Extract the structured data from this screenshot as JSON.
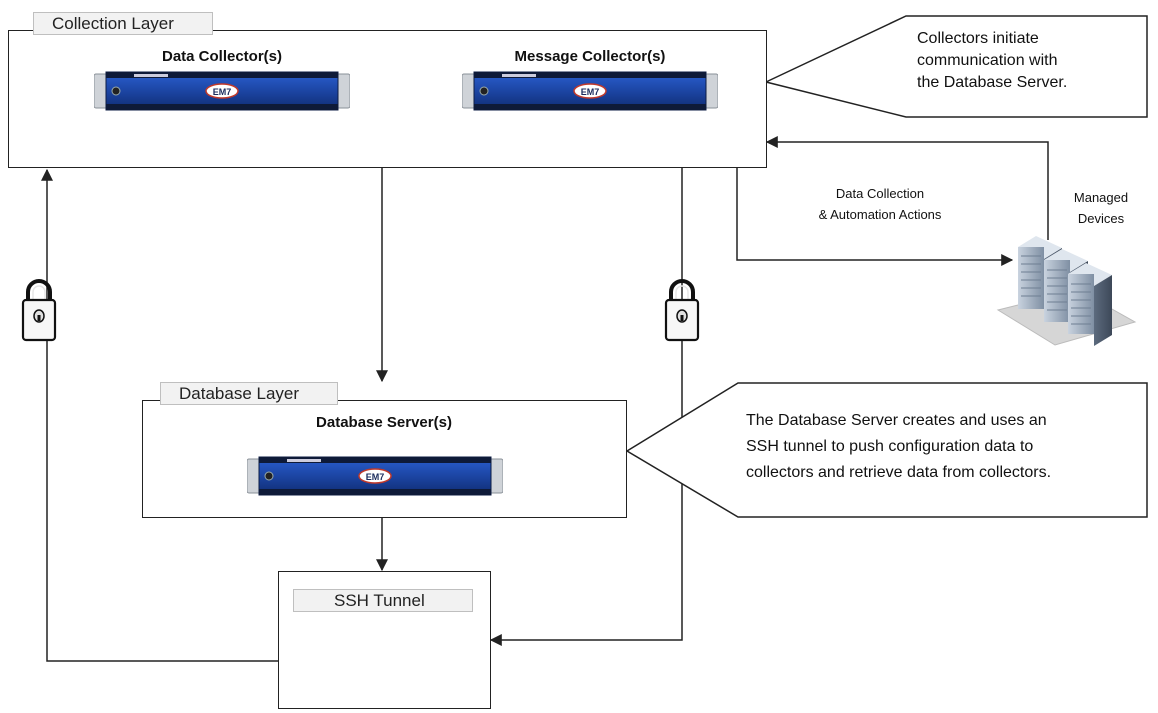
{
  "collection_layer": {
    "title": "Collection Layer",
    "data_collector_label": "Data Collector(s)",
    "message_collector_label": "Message Collector(s)"
  },
  "database_layer": {
    "title": "Database Layer",
    "server_label": "Database Server(s)"
  },
  "ssh_tunnel": {
    "title": "SSH Tunnel"
  },
  "callouts": {
    "collectors": [
      "Collectors initiate",
      "communication with",
      "the Database Server."
    ],
    "database": [
      "The Database Server creates and uses an",
      "SSH tunnel to push configuration data to",
      "collectors and retrieve data from collectors."
    ]
  },
  "data_collection": [
    "Data Collection",
    "& Automation Actions"
  ],
  "managed_devices": [
    "Managed",
    "Devices"
  ],
  "appliance_badge": "EM7",
  "colors": {
    "appliance_blue": "#1f4fb0",
    "appliance_dark": "#14213f",
    "line": "#222222"
  },
  "icons": [
    "lock-icon",
    "key-icon",
    "server-rack-icon",
    "appliance-icon"
  ]
}
